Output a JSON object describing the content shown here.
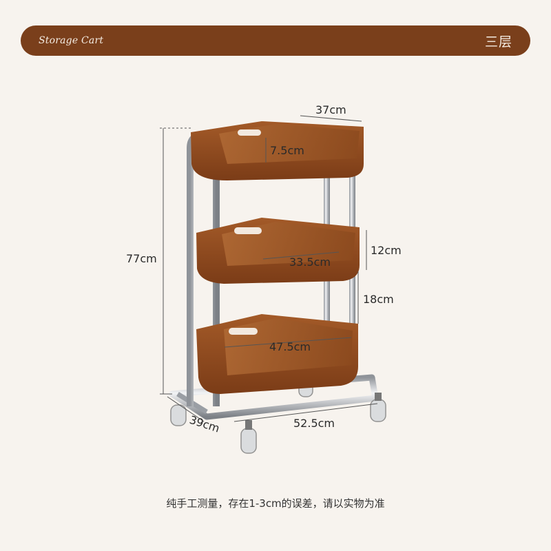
{
  "banner": {
    "title": "Storage Cart",
    "tier_label": "三层"
  },
  "dimensions": {
    "top_width": "37cm",
    "top_tray_depth": "7.5cm",
    "total_height": "77cm",
    "middle_tray_height": "12cm",
    "middle_width": "33.5cm",
    "tier_spacing": "18cm",
    "bottom_width": "47.5cm",
    "base_depth": "39cm",
    "base_length": "52.5cm"
  },
  "caption": "纯手工测量，存在1-3cm的误差，请以实物为准",
  "colors": {
    "banner_bg": "#7a3f1b",
    "wood": "#8e4a1f",
    "wood_dark": "#6a3212",
    "chrome": "#c9ccd0",
    "background": "#f7f3ee"
  }
}
